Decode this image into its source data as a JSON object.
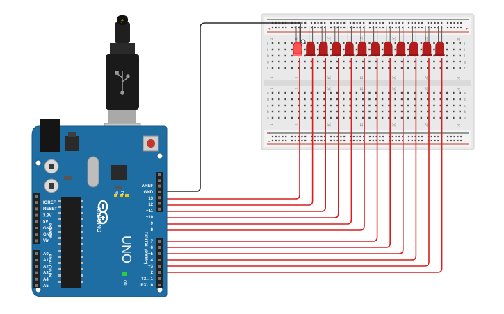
{
  "board": {
    "brand": "ARDUINO",
    "model": "UNO",
    "digital_header": "DIGITAL (PWM~)",
    "power_header": "POWER",
    "analog_header": "ANALOG IN",
    "on_label": "ON",
    "tx_label": "TX",
    "rx_label": "RX",
    "l_label": "L",
    "top_pins": [
      "AREF",
      "GND",
      "13",
      "12",
      "~11",
      "~10",
      "~9",
      "8"
    ],
    "bottom_pins": [
      "7",
      "~6",
      "~5",
      "4",
      "~3",
      "2",
      "TX→1",
      "RX←0"
    ],
    "power_pins": [
      "IOREF",
      "RESET",
      "3.3V",
      "5V",
      "GND",
      "GND",
      "Vin"
    ],
    "analog_pins": [
      "A0",
      "A1",
      "A2",
      "A3",
      "A4",
      "A5"
    ]
  },
  "breadboard": {
    "rows_top": [
      "j",
      "i",
      "h",
      "g",
      "f"
    ],
    "rows_bottom": [
      "e",
      "d",
      "c",
      "b",
      "a"
    ],
    "rail_plus": "+",
    "rail_minus": "-",
    "columns": [
      "1",
      "5",
      "10",
      "15",
      "20",
      "25",
      "30"
    ]
  },
  "leds": {
    "count": 12,
    "lit_color": "#ff3b3b",
    "off_color": "#b51d1d"
  },
  "wires": {
    "signal_color": "#d91e1e",
    "ground_color": "#2a2a2a"
  },
  "usb": {
    "power_symbol": "⚡"
  }
}
